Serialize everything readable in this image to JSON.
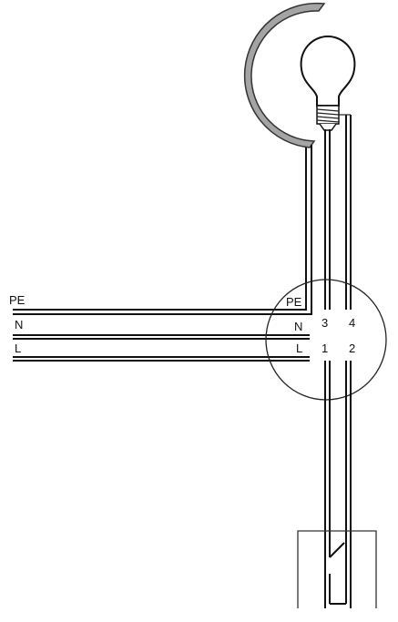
{
  "colors": {
    "line": "#111111",
    "reflector": "#9a9a9a",
    "background": "#ffffff"
  },
  "left_labels": {
    "pe": "PE",
    "n": "N",
    "l": "L"
  },
  "junction_box": {
    "pe": "PE",
    "n": "N",
    "l": "L",
    "terminal_1": "1",
    "terminal_2": "2",
    "terminal_3": "3",
    "terminal_4": "4"
  },
  "icons": [
    "light-bulb-icon",
    "reflector-icon",
    "switch-icon"
  ]
}
